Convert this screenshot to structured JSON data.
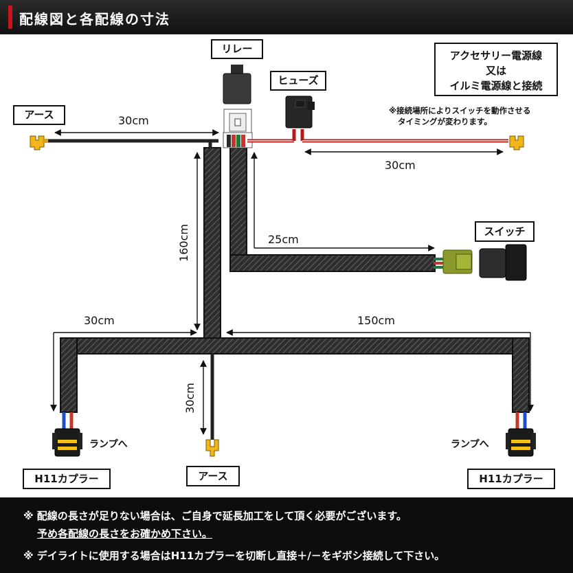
{
  "header": {
    "title": "配線図と各配線の寸法"
  },
  "labels": {
    "relay": "リレー",
    "fuse": "ヒューズ",
    "earth_top": "アース",
    "earth_bottom": "アース",
    "switch": "スイッチ",
    "h11_left": "H11カプラー",
    "h11_right": "H11カプラー",
    "lamp_left": "ランプへ",
    "lamp_right": "ランプへ",
    "acc_box": [
      "アクセサリー電源線",
      "又は",
      "イルミ電源線と接続"
    ],
    "acc_note": [
      "※接続場所によりスイッチを動作させる",
      "タイミングが変わります。"
    ]
  },
  "dimensions": {
    "earth_top": "30cm",
    "acc": "30cm",
    "switch": "25cm",
    "trunk": "160cm",
    "left_branch": "30cm",
    "right_branch": "150cm",
    "earth_bottom": "30cm"
  },
  "footer": {
    "note1_line1": "※ 配線の長さが足りない場合は、ご自身で延長加工をして頂く必要がございます。",
    "note1_line2": "予め各配線の長さをお確かめ下さい。",
    "note2": "※ デイライトに使用する場合はH11カプラーを切断し直接＋/－をギボシ接続して下さい。"
  },
  "colors": {
    "accent": "#c8151b",
    "harness": "#3a3a3a",
    "connector_yellow": "#f2c21a",
    "switch_connector": "#8a9a2a"
  }
}
